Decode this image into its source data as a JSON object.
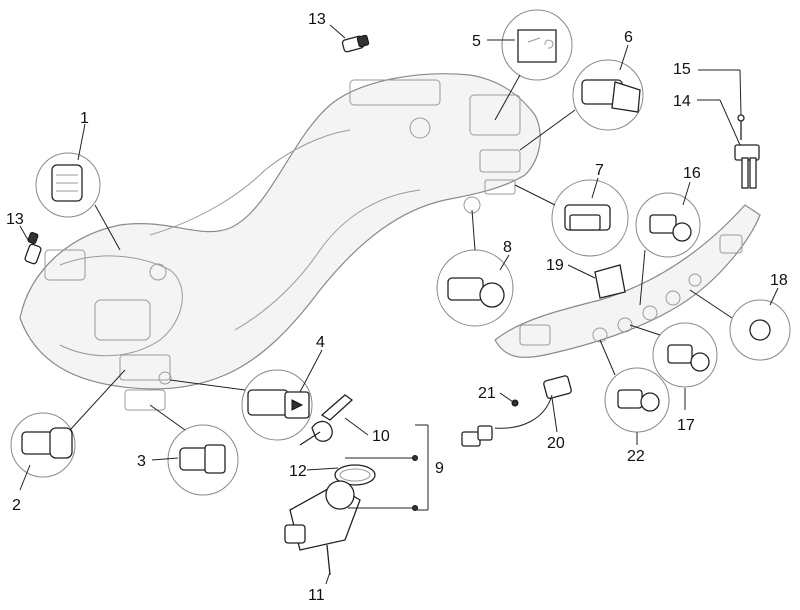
{
  "diagram": {
    "callouts": [
      {
        "id": "c1",
        "text": "1"
      },
      {
        "id": "c2",
        "text": "2"
      },
      {
        "id": "c3",
        "text": "3"
      },
      {
        "id": "c4",
        "text": "4"
      },
      {
        "id": "c5",
        "text": "5"
      },
      {
        "id": "c6",
        "text": "6"
      },
      {
        "id": "c7",
        "text": "7"
      },
      {
        "id": "c8",
        "text": "8"
      },
      {
        "id": "c9",
        "text": "9"
      },
      {
        "id": "c10",
        "text": "10"
      },
      {
        "id": "c11",
        "text": "11"
      },
      {
        "id": "c12",
        "text": "12"
      },
      {
        "id": "c13a",
        "text": "13"
      },
      {
        "id": "c13b",
        "text": "13"
      },
      {
        "id": "c14",
        "text": "14"
      },
      {
        "id": "c15",
        "text": "15"
      },
      {
        "id": "c16",
        "text": "16"
      },
      {
        "id": "c17",
        "text": "17"
      },
      {
        "id": "c18",
        "text": "18"
      },
      {
        "id": "c19",
        "text": "19"
      },
      {
        "id": "c20",
        "text": "20"
      },
      {
        "id": "c21",
        "text": "21"
      },
      {
        "id": "c22",
        "text": "22"
      }
    ]
  }
}
